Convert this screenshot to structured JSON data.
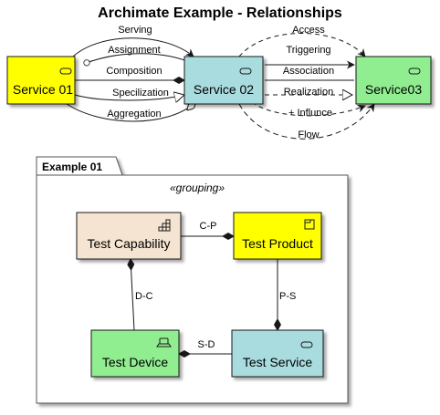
{
  "title": "Archimate Example - Relationships",
  "colors": {
    "service_yellow": "#FFFF00",
    "service_blue": "#A9DCDF",
    "service_green": "#90EE90",
    "capability": "#F5E4D1",
    "border": "#181818",
    "group_bg": "#FFFFFF",
    "group_border": "#555555"
  },
  "nodes": {
    "service01": {
      "label": "Service 01",
      "icon": "service-icon"
    },
    "service02": {
      "label": "Service 02",
      "icon": "service-icon"
    },
    "service03": {
      "label": "Service03",
      "icon": "service-icon"
    },
    "capability": {
      "label": "Test Capability",
      "icon": "capability-icon"
    },
    "product": {
      "label": "Test Product",
      "icon": "product-icon"
    },
    "device": {
      "label": "Test Device",
      "icon": "device-icon"
    },
    "service": {
      "label": "Test Service",
      "icon": "service-icon"
    }
  },
  "relationships_left": {
    "serving": "Serving",
    "assignment": "Assignment",
    "composition": "Composition",
    "specialization": "Specilization",
    "aggregation": "Aggregation"
  },
  "relationships_right": {
    "access": "Access",
    "triggering": "Triggering",
    "association": "Association",
    "realization": "Realization",
    "influence": "+ Influnce",
    "flow": "Flow"
  },
  "group": {
    "tab_label": "Example 01",
    "stereotype": "«grouping»"
  },
  "group_edges": {
    "cp": "C-P",
    "ps": "P-S",
    "dc": "D-C",
    "sd": "S-D"
  }
}
